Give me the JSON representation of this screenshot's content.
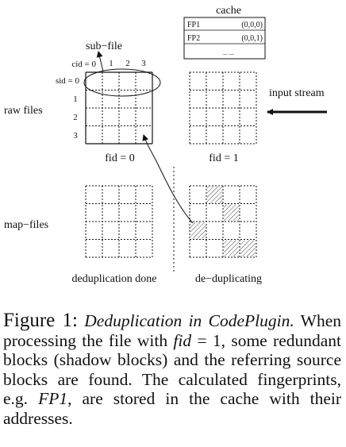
{
  "figure": {
    "cache": {
      "title": "cache",
      "rows": [
        {
          "key": "FP1",
          "value": "(0,0,0)"
        },
        {
          "key": "FP2",
          "value": "(0,0,1)"
        },
        {
          "key": "",
          "value": "... ..."
        }
      ]
    },
    "labels": {
      "sub_file": "sub−file",
      "cid_prefix": "cid = 0",
      "cid_ticks": [
        "1",
        "2",
        "3"
      ],
      "sid_prefix": "sid = 0",
      "sid_ticks": [
        "1",
        "2",
        "3"
      ],
      "raw_files": "raw files",
      "map_files": "map−files",
      "input_stream": "input stream",
      "fid0": "fid = 0",
      "fid1": "fid = 1",
      "dedup_done": "deduplication done",
      "deduplicating": "de−duplicating"
    }
  },
  "caption": {
    "label": "Figure 1:",
    "title": "Deduplication in CodePlugin.",
    "text_1": "When processing the file with",
    "fid_var": "fid",
    "text_2": "= 1, some redundant blocks (shadow blocks) and the referring source blocks are found. The calculated fingerprints, e.g.",
    "fp1": "FP1",
    "text_3": ", are stored in the cache with their addresses."
  }
}
